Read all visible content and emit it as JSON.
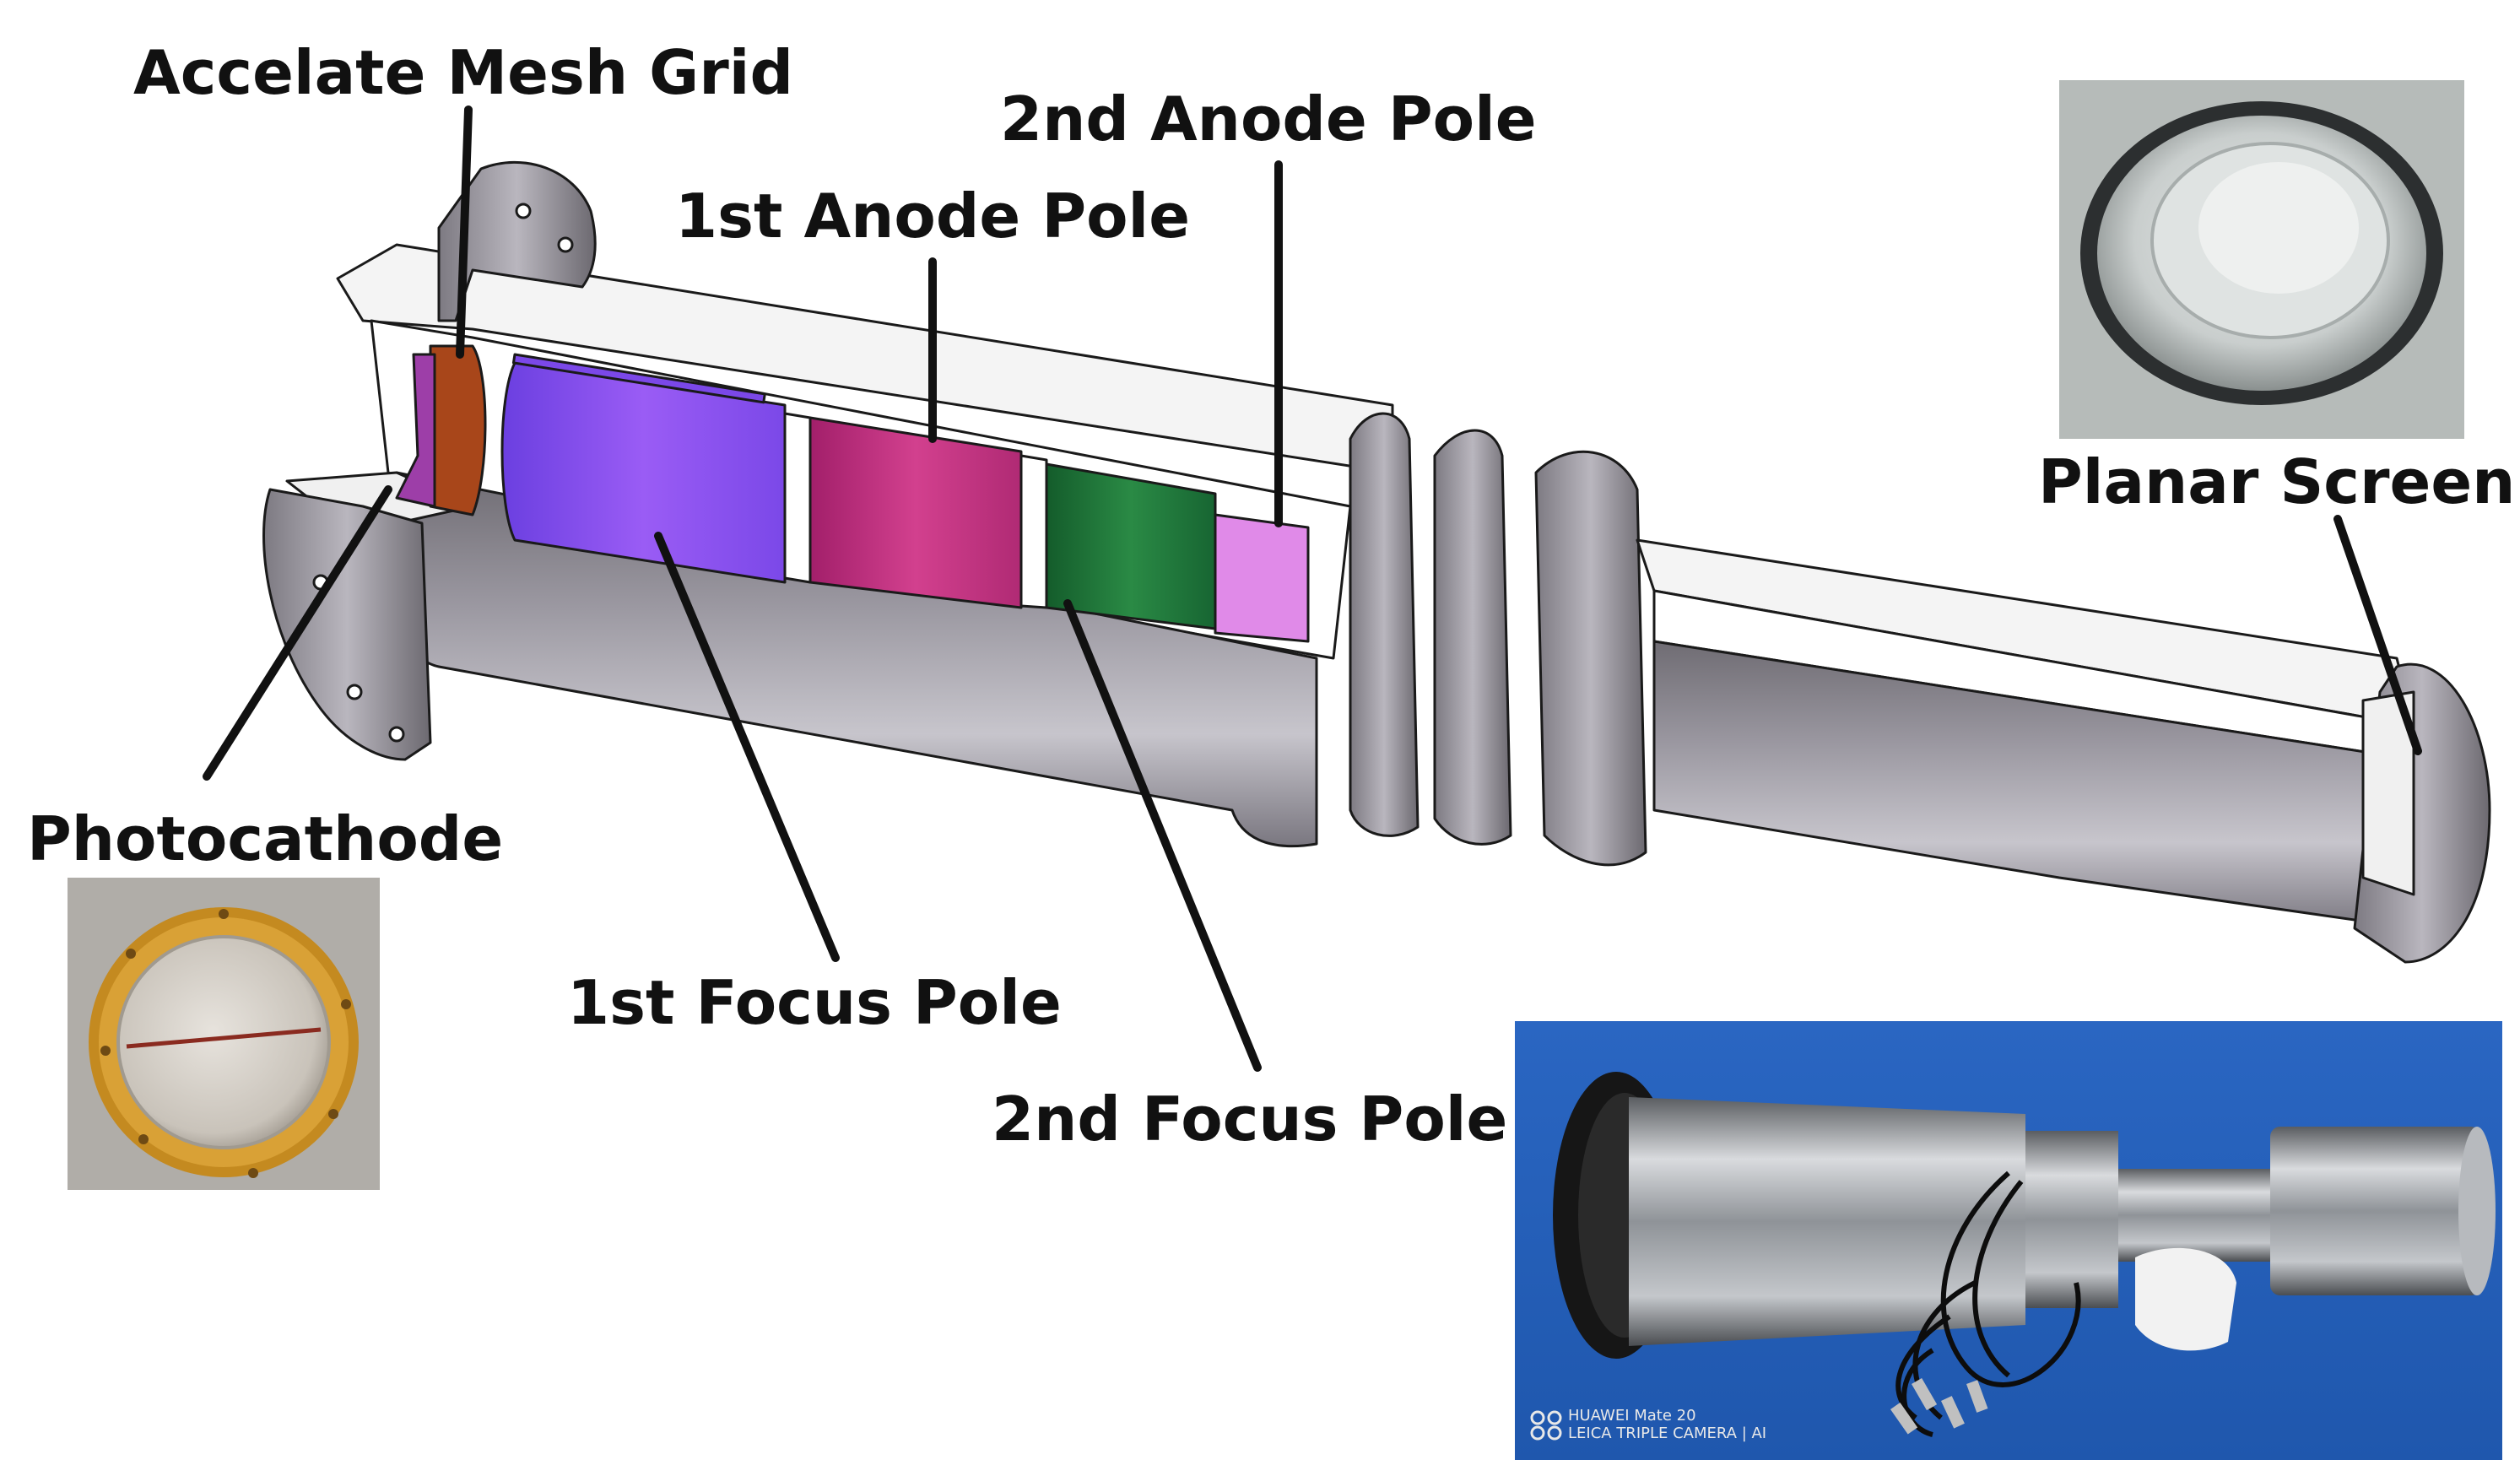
{
  "labels": {
    "accelate_mesh_grid": "Accelate Mesh Grid",
    "second_anode_pole": "2nd Anode Pole",
    "first_anode_pole": "1st Anode Pole",
    "planar_screen": "Planar Screen",
    "photocathode": "Photocathode",
    "first_focus_pole": "1st Focus Pole",
    "second_focus_pole": "2nd Focus Pole"
  },
  "photo_watermark": {
    "line1": "HUAWEI Mate 20",
    "line2": "LEICA TRIPLE CAMERA | AI"
  },
  "colors": {
    "housing": "#f2f2f2",
    "housing_shade": "#8e8c93",
    "mesh_grid": "#a8461a",
    "first_focus": "#8a4bf0",
    "first_anode": "#c2307f",
    "second_focus": "#1f7a3a",
    "second_anode": "#e08ae8",
    "photocathode_ring": "#d39a2b",
    "photo_background": "#2d6fc9"
  }
}
